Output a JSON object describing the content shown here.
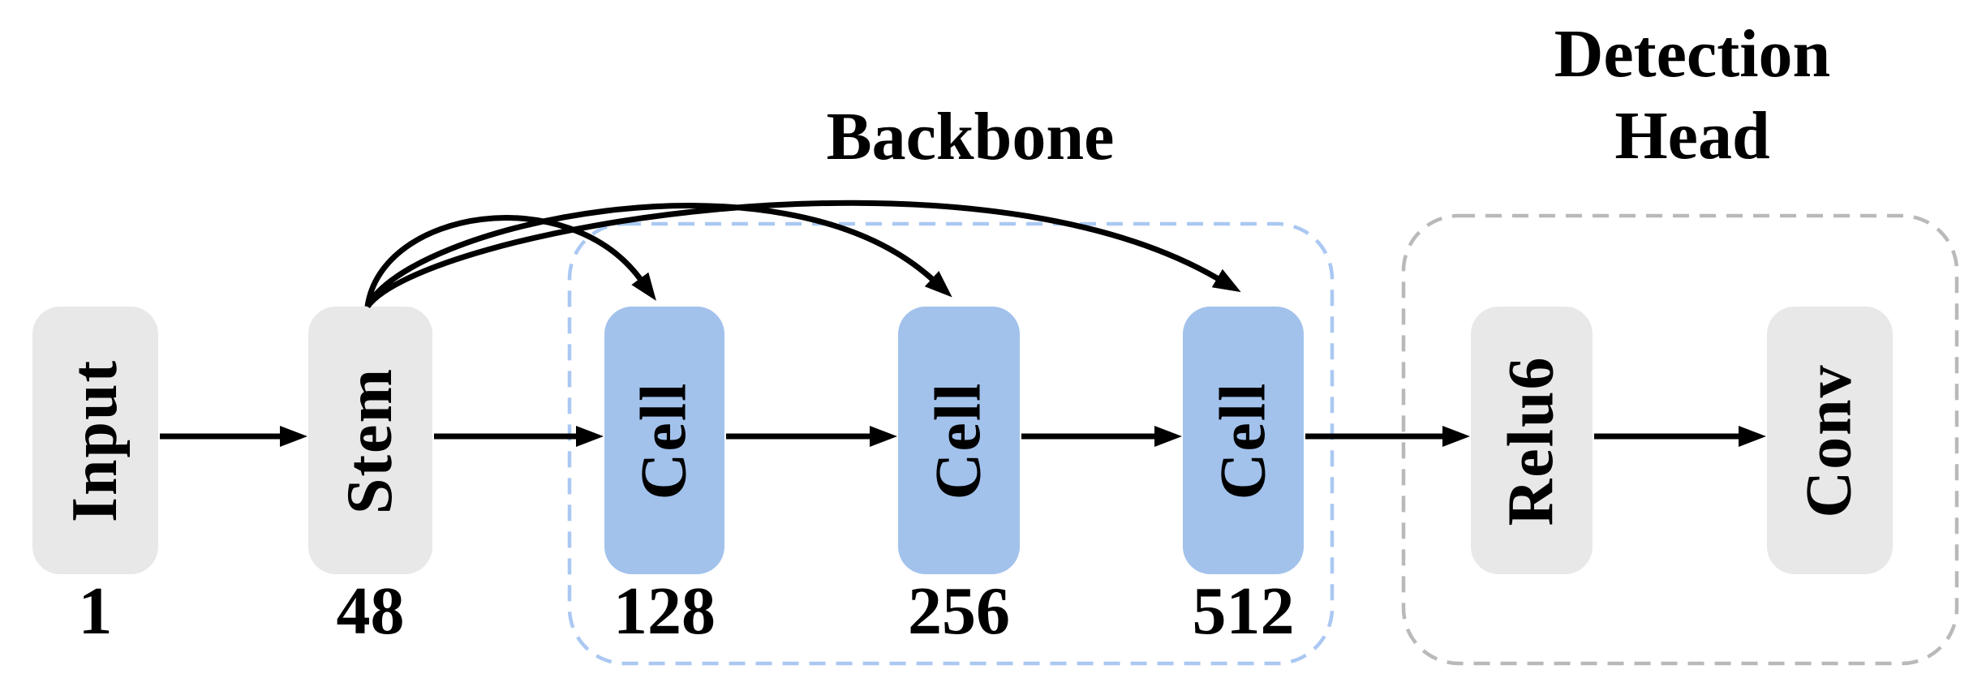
{
  "figure": {
    "backbone_title": "Backbone",
    "detection_head_title": {
      "line1": "Detection",
      "line2": "Head"
    },
    "blocks": [
      {
        "label": "Input",
        "channels": "1"
      },
      {
        "label": "Stem",
        "channels": "48"
      },
      {
        "label": "Cell",
        "channels": "128"
      },
      {
        "label": "Cell",
        "channels": "256"
      },
      {
        "label": "Cell",
        "channels": "512"
      },
      {
        "label": "Relu6"
      },
      {
        "label": "Conv"
      }
    ]
  },
  "colors": {
    "block_gray": "#e8e8e8",
    "block_blue": "#a2c2ec",
    "backbone_dash": "#aac8f2",
    "head_dash": "#b9b9b9",
    "line_black": "#000000"
  }
}
